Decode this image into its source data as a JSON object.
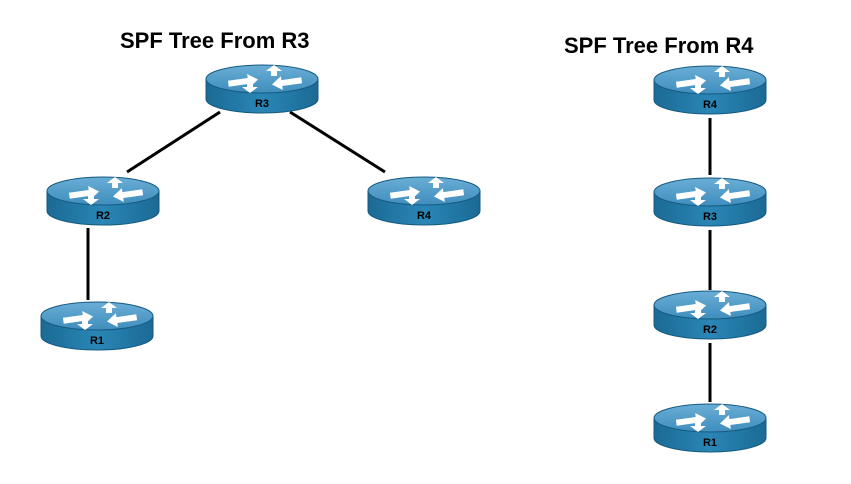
{
  "diagrams": [
    {
      "title": "SPF Tree From R3",
      "routers": [
        "R3",
        "R2",
        "R4",
        "R1"
      ]
    },
    {
      "title": "SPF Tree From R4",
      "routers": [
        "R4",
        "R3",
        "R2",
        "R1"
      ]
    }
  ],
  "colors": {
    "router_top": "#4d98c4",
    "router_side": "#1d6f9a",
    "link": "#000000",
    "arrow": "#ffffff"
  },
  "icons": {
    "router": "router-icon"
  }
}
